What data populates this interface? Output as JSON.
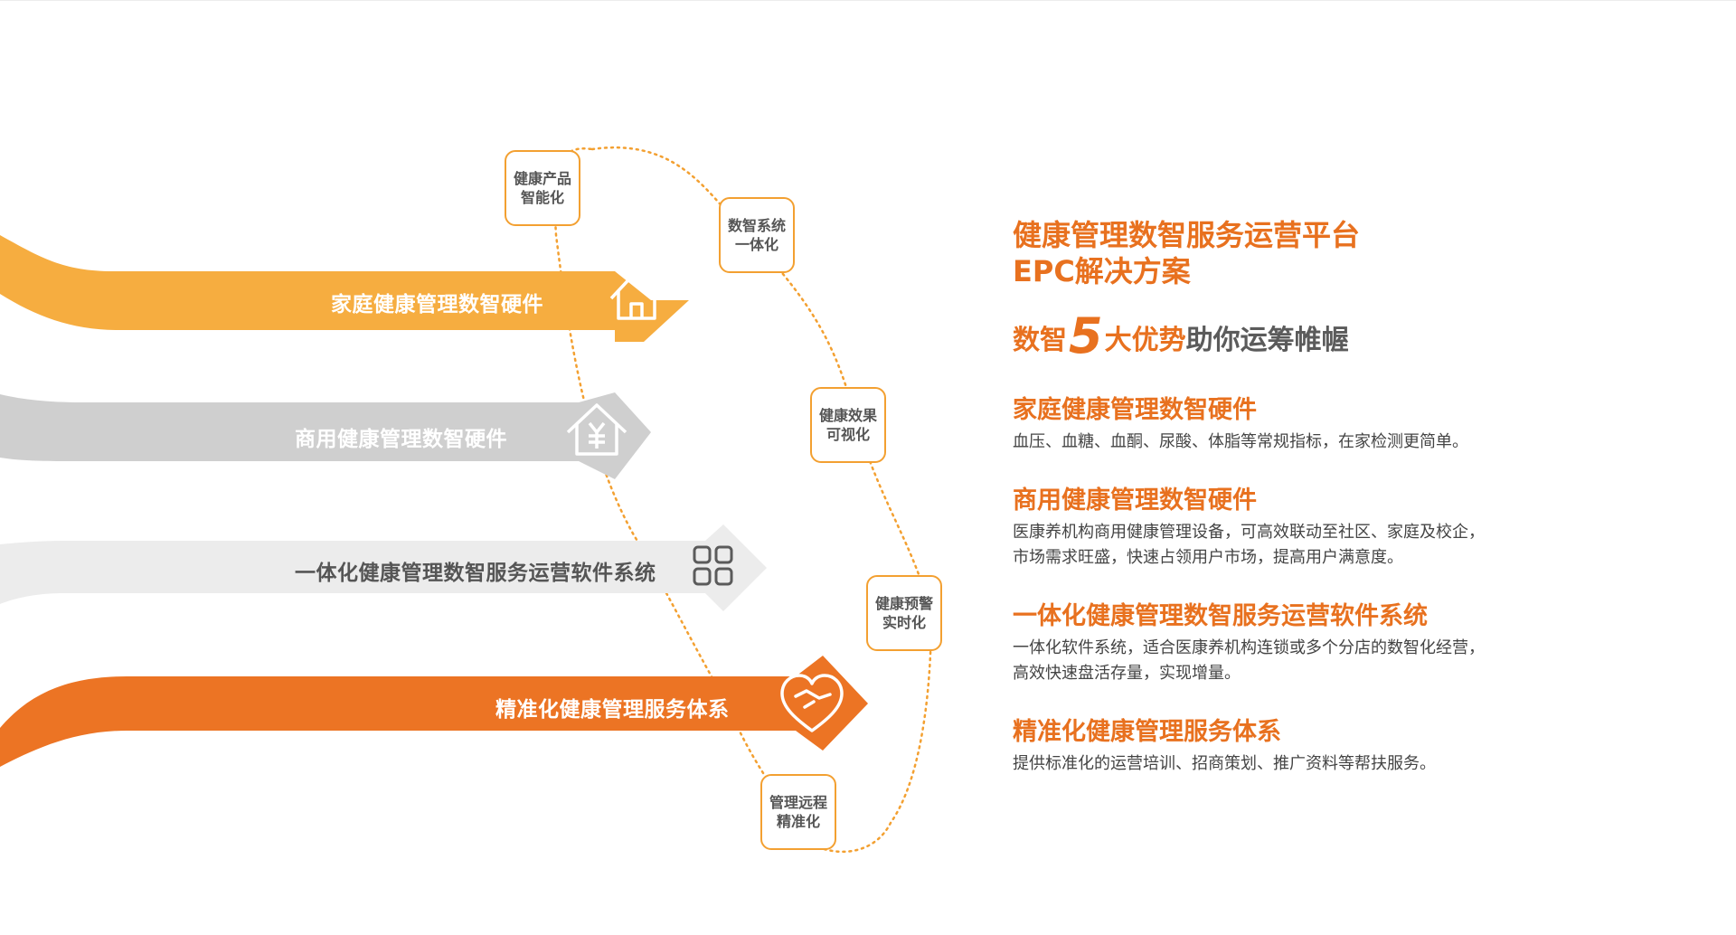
{
  "arrows": [
    {
      "label": "家庭健康管理数智硬件",
      "icon": "house-icon",
      "color": "#f6ad40"
    },
    {
      "label": "商用健康管理数智硬件",
      "icon": "yen-house-icon",
      "color": "#cfcfcf"
    },
    {
      "label": "一体化健康管理数智服务运营软件系统",
      "icon": "grid-icon",
      "color": "#ececec"
    },
    {
      "label": "精准化健康管理服务体系",
      "icon": "heart-handshake-icon",
      "color": "#ec7424"
    }
  ],
  "nodes": [
    {
      "line1": "健康产品",
      "line2": "智能化"
    },
    {
      "line1": "数智系统",
      "line2": "一体化"
    },
    {
      "line1": "健康效果",
      "line2": "可视化"
    },
    {
      "line1": "健康预警",
      "line2": "实时化"
    },
    {
      "line1": "管理远程",
      "line2": "精准化"
    }
  ],
  "panel": {
    "title_line1": "健康管理数智服务运营平台",
    "title_line2": "EPC解决方案",
    "slogan_part1": "数智",
    "slogan_num": "5",
    "slogan_part2": "大优势",
    "slogan_part3": "助你运筹帷幄",
    "features": [
      {
        "title": "家庭健康管理数智硬件",
        "desc1": "血压、血糖、血酮、尿酸、体脂等常规指标，在家检测更简单。",
        "desc2": ""
      },
      {
        "title": "商用健康管理数智硬件",
        "desc1": "医康养机构商用健康管理设备，可高效联动至社区、家庭及校企，",
        "desc2": "市场需求旺盛，快速占领用户市场，提高用户满意度。"
      },
      {
        "title": "一体化健康管理数智服务运营软件系统",
        "desc1": "一体化软件系统，适合医康养机构连锁或多个分店的数智化经营，",
        "desc2": "高效快速盘活存量，实现增量。"
      },
      {
        "title": "精准化健康管理服务体系",
        "desc1": "提供标准化的运营培训、招商策划、推广资料等帮扶服务。",
        "desc2": ""
      }
    ]
  },
  "colors": {
    "accent": "#e8711f",
    "node_border": "#f3a031",
    "dotted_path": "#f3a031"
  }
}
